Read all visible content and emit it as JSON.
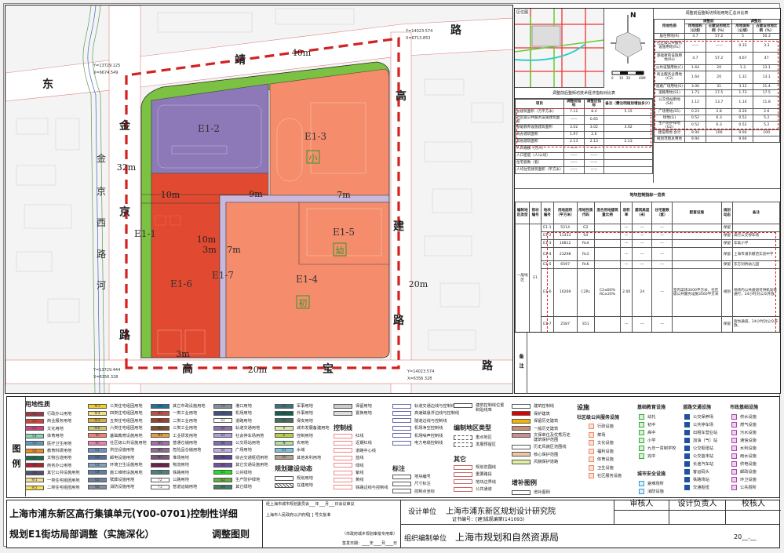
{
  "map": {
    "blocks": [
      {
        "id": "E1-1",
        "label": "E1-1",
        "color": "#7cc242",
        "use": "G2"
      },
      {
        "id": "E1-2",
        "label": "E1-2",
        "color": "#8d78b8",
        "use": "S4"
      },
      {
        "id": "E1-3",
        "label": "E1-3",
        "color": "#f58c6c",
        "use": "Rs4"
      },
      {
        "id": "E1-4",
        "label": "E1-4",
        "color": "#f58c6c",
        "use": "Rs3"
      },
      {
        "id": "E1-5",
        "label": "E1-5",
        "color": "#f58c6c",
        "use": "Rs6"
      },
      {
        "id": "E1-6",
        "label": "E1-6",
        "color": "#e14a30",
        "use": "C2Rc"
      },
      {
        "id": "E1-7",
        "label": "E1-7",
        "color": "#c9b8dc",
        "use": "S51"
      }
    ],
    "school_icons": {
      "primary": "小",
      "kindergarten": "幼",
      "junior": "初"
    },
    "dimensions": {
      "north": "40m",
      "west": "32m",
      "d10a": "10m",
      "d9": "9m",
      "d7a": "7m",
      "d10b": "10m",
      "d3a": "3m",
      "d7b": "7m",
      "east": "20m",
      "d3b": "3m",
      "south": "20m"
    },
    "roads": {
      "jing": "靖",
      "lu_ne": "路",
      "dong": "东",
      "gao_e": "高",
      "jin": "金",
      "jing2": "京",
      "lu_w": "路",
      "jian": "建",
      "lu_e": "路",
      "gao_s": "高",
      "bao": "宝",
      "lu_se": "路",
      "river": [
        "金",
        "京",
        "西",
        "路",
        "河"
      ]
    },
    "coords": {
      "nw": [
        "Y=13729.125",
        "X=6674.549"
      ],
      "ne": [
        "Y=14023.574",
        "X=6713.853"
      ],
      "sw": [
        "Y=13729.444",
        "X=6356.328"
      ],
      "se": [
        "Y=14023.574",
        "X=6356.328"
      ]
    },
    "boundary_color": "#d42020"
  },
  "location_map": {
    "title": "区位图"
  },
  "compass": {
    "north": "N",
    "scale": [
      "0",
      "10",
      "20",
      "40M"
    ]
  },
  "tech_table": {
    "title": "调整前后整街坊技术经济指标对比表",
    "headers": [
      "项目",
      "调整前指标",
      "调整后指标",
      "备注（需注明规划增加多少）"
    ],
    "rows": [
      [
        "总建筑面积（万平方米）",
        "7.12",
        "8.4",
        "5.15"
      ],
      [
        "社区级公共服务设施建筑面积",
        "——",
        "0.65",
        ""
      ],
      [
        "基础教育设施建筑面积",
        "3.02",
        "3.02",
        "3.02"
      ],
      [
        "商办建筑面积",
        "1.97",
        "2.6",
        ""
      ],
      [
        "其他建筑面积",
        "2.13",
        "2.13",
        "2.13"
      ],
      [
        "人口规模（万人）",
        "——",
        "——",
        ""
      ],
      [
        "人口密度（人/公顷）",
        "——",
        "——",
        ""
      ],
      [
        "住宅套数（套）",
        "——",
        "——",
        ""
      ],
      [
        "人均住宅建筑面积（平方米）",
        "——",
        "——",
        ""
      ]
    ]
  },
  "landuse_table": {
    "title": "调整前后整街坊规划用地汇总对比表",
    "col_use": "用地性质",
    "before": "调整前",
    "after": "调整后",
    "sub": [
      "用地面积（公顷）",
      "占建设用地比例（%）",
      "用地面积（公顷）",
      "占建设用地比例（%）"
    ],
    "rows": [
      [
        "居住用地(R)",
        "4.7",
        "57.2",
        "5",
        "50.3"
      ],
      [
        "社区级公共服务设施用地(Rc)",
        "——",
        "——",
        "0.33",
        "3.3"
      ],
      [
        "基础教育设施用地(Rs)",
        "4.7",
        "57.2",
        "4.67",
        "47"
      ],
      [
        "公共设施用地(C)",
        "1.64",
        "20",
        "1.3",
        "13.1"
      ],
      [
        "商业服务业用地(C2)",
        "1.64",
        "20",
        "1.31",
        "13.1"
      ],
      [
        "道路广场用地(S)",
        "3.06",
        "31",
        "3.12",
        "31.4"
      ],
      [
        "道路用地(S1)",
        "1.73",
        "17.5",
        "1.73",
        "17.5"
      ],
      [
        "公交场站用地(S4)",
        "1.12",
        "13.7",
        "1.14",
        "11.8"
      ],
      [
        "广场用地(S5)",
        "0.23",
        "2.8",
        "0.26",
        "2.6"
      ],
      [
        "绿地(G)",
        "0.52",
        "6.3",
        "0.52",
        "5.2"
      ],
      [
        "生产防护绿地(G2)",
        "0.52",
        "6.3",
        "0.52",
        "5.2"
      ],
      [
        "建设用地 合计",
        "9.94",
        "100",
        "9.94",
        "100"
      ],
      [
        "规划范围总用地",
        "9.94",
        "",
        "9.94",
        ""
      ]
    ]
  },
  "block_table": {
    "title": "地块控制指标一览表",
    "headers": [
      "编制地区类型",
      "街坊编号",
      "地块编号",
      "用地面积（平方米）",
      "用地性质代码",
      "混合用地建筑量比例",
      "容积率",
      "建筑高度（米）",
      "住宅套数（套）",
      "配套设施",
      "规划动态",
      "备注"
    ],
    "area_type": "一般地区",
    "street": "E1",
    "rows": [
      [
        "E1-1",
        "5214",
        "G2",
        "",
        "—",
        "—",
        "—",
        "",
        "保留",
        ""
      ],
      [
        "E1-2",
        "11433",
        "S4",
        "",
        "—",
        "—",
        "—",
        "",
        "保留",
        "高行公交停车场"
      ],
      [
        "E1-3",
        "16812",
        "Rs4",
        "",
        "—",
        "—",
        "—",
        "",
        "保留",
        "华高小学"
      ],
      [
        "E1-4",
        "23298",
        "Rs3",
        "",
        "—",
        "—",
        "—",
        "",
        "保留",
        "上海市浦东模范实验中学"
      ],
      [
        "E1-5",
        "6597",
        "Rs6",
        "",
        "—",
        "—",
        "—",
        "",
        "保留",
        "东方剑桥幼儿园"
      ],
      [
        "E1-6",
        "16269",
        "C2Rc",
        "C2≤80% RC≥20%",
        "2.00",
        "24",
        "—",
        "室内菜场3000平方米，社区级公共服务设施3560平方米",
        "规划",
        "地块内公共通道可供机动车通行，24小时对公众开放。"
      ],
      [
        "E1-7",
        "2587",
        "S51",
        "",
        "—",
        "—",
        "—",
        "",
        "保留",
        "街坊通道，24小时对公众开放。"
      ]
    ],
    "remarks_label": "备注"
  },
  "legend": {
    "title": "图例",
    "landuse_title": "用地性质",
    "landuse": [
      [
        "C1",
        "行政办公用地",
        "#9a3a44"
      ],
      [
        "C2",
        "商业服务用地",
        "#d8403a"
      ],
      [
        "C3",
        "文化用地",
        "#c8467a"
      ],
      [
        "C4",
        "体育用地",
        "#86d4b4"
      ],
      [
        "C5",
        "医疗卫生用地",
        "#5b9abf"
      ],
      [
        "C6",
        "教育科研用地",
        "#f08a1a"
      ],
      [
        "C7",
        "文物古迹用地",
        "#1e6b50"
      ],
      [
        "C8",
        "商务办公用地",
        "#b02030"
      ],
      [
        "C9",
        "其它公共设施用地",
        "#505070"
      ],
      [
        "Rr1",
        "一类住宅组团用地",
        "#f8e08a"
      ],
      [
        "Rr2",
        "二类住宅组团用地",
        "#f8e050"
      ],
      [
        "Rr3",
        "三类住宅组团用地",
        "#f0d030"
      ],
      [
        "Rr4",
        "四类住宅组团用地",
        "#f0e080"
      ],
      [
        "Rr5",
        "五类住宅组团用地",
        "#d8b040"
      ],
      [
        "Rr6",
        "六类住宅组团用地",
        "#c8c870"
      ],
      [
        "Rs",
        "基础教育设施用地",
        "#f08070"
      ],
      [
        "Rc",
        "社区级公共设施用地",
        "#f080b0"
      ],
      [
        "U1",
        "供应设施用地",
        "#7090c0"
      ],
      [
        "U2",
        "邮电设施用地",
        "#5070a0"
      ],
      [
        "U3",
        "环境卫生设施用地",
        "#80a0c0"
      ],
      [
        "U4",
        "施工维修设施用地",
        "#6080a0"
      ],
      [
        "U5",
        "殡葬设施用地",
        "#7080a0"
      ],
      [
        "U6",
        "消防设施用地",
        "#8090a0"
      ],
      [
        "U9",
        "其它市政设施用地",
        "#2070a0"
      ],
      [
        "M1",
        "一类工业用地",
        "#c05040"
      ],
      [
        "M2",
        "二类工业用地",
        "#a04030"
      ],
      [
        "M3",
        "三类工业用地",
        "#805030"
      ],
      [
        "M4",
        "工业研发用地",
        "#e0a040"
      ],
      [
        "W1",
        "普通仓储用地",
        "#a070b0"
      ],
      [
        "W2",
        "危险品仓储用地",
        "#907090"
      ],
      [
        "W3",
        "堆场用地",
        "#805080"
      ],
      [
        "W4",
        "物流用地",
        "#702050"
      ],
      [
        "T1",
        "铁路用地",
        "#508080"
      ],
      [
        "T2",
        "公路用地",
        "#ffffff"
      ],
      [
        "T3",
        "管道运输用地",
        "#ffffff"
      ],
      [
        "T4",
        "港口用地",
        "#8090a0"
      ],
      [
        "T5",
        "机场用地",
        "#405080"
      ],
      [
        "S1",
        "道路用地",
        "#ffffff"
      ],
      [
        "S2",
        "轨道交通用地",
        "#9070b0"
      ],
      [
        "S3",
        "社会停车场用地",
        "#b0a0d0"
      ],
      [
        "S4",
        "公交场站用地",
        "#8070b0"
      ],
      [
        "S5",
        "广场用地",
        "#c0b0e0"
      ],
      [
        "S8",
        "综合交通枢纽用地",
        "#604090"
      ],
      [
        "S9",
        "其它交通设施用地",
        "#7050a0"
      ],
      [
        "G1",
        "公共绿地",
        "#20e020"
      ],
      [
        "G2",
        "生产防护绿地",
        "#60b040"
      ],
      [
        "G9",
        "其它绿地",
        "#408060"
      ],
      [
        "D1",
        "军事用地",
        "#407080"
      ],
      [
        "D2",
        "外事用地",
        "#106050"
      ],
      [
        "D3",
        "保安用地",
        "#407060"
      ],
      [
        "X",
        "城市发展备建用地",
        "#e0e8b0"
      ],
      [
        "E",
        "控制用地",
        "#b0d040"
      ],
      [
        "N",
        "农用地",
        "#b0e0a0"
      ],
      [
        "E1",
        "水域",
        "#80c0e0"
      ],
      [
        "E9",
        "其他未利用地",
        "#b0a090"
      ]
    ],
    "special": [
      [
        "",
        "保留用地",
        "#ccc"
      ],
      [
        "",
        "置换用地",
        "#ddd"
      ]
    ],
    "control_title": "控制线",
    "control": [
      "红线",
      "近期红线",
      "道路中心线",
      "蓝线",
      "绿线",
      "紫线",
      "黄线",
      "铁路边线与控制线"
    ],
    "dynamic_title": "规划建设动态",
    "dynamic": [
      "规划用地",
      "在建用地"
    ],
    "lines": [
      "轨道交通边线与控制线",
      "高速磁悬浮边线与控制线",
      "隧道边线与控制线",
      "机场净空控制线",
      "机场噪声控制线",
      "电力电缆控制线"
    ],
    "mark_title": "标注",
    "marks": [
      "地块编号",
      "尺寸标注",
      "控制点坐标"
    ],
    "building_line": "建筑控制线位置和贴线率",
    "area_type_title": "编制地区类型",
    "area_types": [
      "重点地区",
      "发展预留区"
    ],
    "other_title": "其它",
    "others": [
      "规划范围线",
      "重要路段",
      "地块边界线",
      "公共通道"
    ],
    "heritage": [
      [
        "建筑控制线",
        "#fff"
      ],
      [
        "保护建筑",
        "#e00000"
      ],
      [
        "保留历史建筑",
        "#f5b400"
      ],
      [
        "一般历史建筑",
        "#c89070"
      ],
      [
        "文保单位及优秀历史建筑保护范围",
        "#c89090"
      ],
      [
        "历史风貌区范围线",
        "#fff"
      ],
      [
        "核心保护范围",
        "#f0c8a0"
      ],
      [
        "风貌保护道路",
        "#e0f0a0"
      ]
    ],
    "supplement_title": "增补图例",
    "facility_title": "设施",
    "community_title": "社区级公共服务设施",
    "community": [
      "行政设施",
      "菜场",
      "文化设施",
      "福利设施",
      "体育设施",
      "卫生设施",
      "社区服务设施"
    ],
    "edu_title": "基础教育设施",
    "edu": [
      "幼托",
      "初中",
      "高中",
      "小学",
      "九年一贯制学校",
      "完中"
    ],
    "safety_title": "城市安全设施",
    "safety": [
      "避难场所",
      "消防设施"
    ],
    "traffic_title": "道路交通设施",
    "traffic": [
      "公交保养场",
      "公共停车场",
      "出租车营业站",
      "加油（气）站",
      "公交枢纽站",
      "公交首末站",
      "长途汽车站",
      "客运码头",
      "铁路场站",
      "交通枢纽"
    ],
    "utility_title": "市政基础设施",
    "utility": [
      "供水设施",
      "燃气设施",
      "污水设施",
      "通信设施",
      "水利设施",
      "雨水设施",
      "供电设施",
      "邮政设施",
      "环卫设施",
      "公共厕所"
    ]
  },
  "title_block": {
    "title1": "上海市浦东新区高行集镇单元(Y00-0701)控制性详细",
    "title2": "规划E1街坊局部调整（实施深化）",
    "title3": "调整图则",
    "approve1": "经上海市城市规划委员会___年___月___日会议审议",
    "approve2": "上海市人民政府以沪府规[    ]    号文批准",
    "approve3": "（市政府城乡规划审批专用章）",
    "approve4": "签发日期：____年____月____日",
    "design_label": "设计单位",
    "design_org": "上海市浦东新区规划设计研究院",
    "cert": "证书编号：[建]城规编第(141093)",
    "org_label": "组织编制单位",
    "org": "上海市规划和自然资源局",
    "reviewer": "审核人",
    "design_lead": "设计负责人",
    "checker": "校核人",
    "date": "20__.__"
  }
}
